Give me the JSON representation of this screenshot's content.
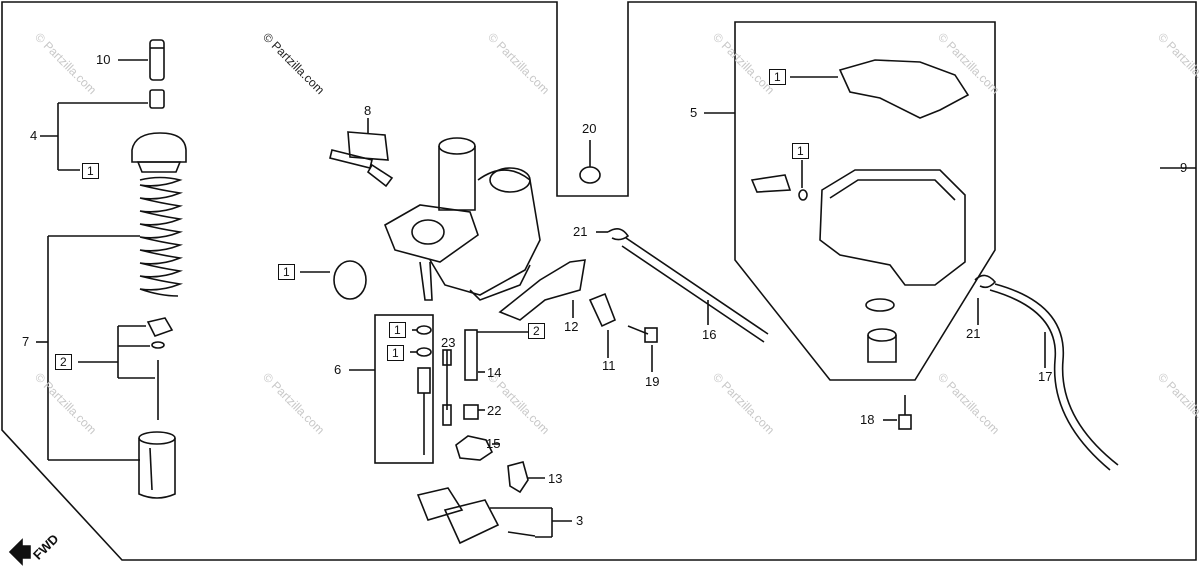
{
  "watermark": "© Partzilla.com",
  "watermark_faint": "© Partzilla.com",
  "fwd_label": "FWD",
  "callouts": {
    "c10": "10",
    "c4": "4",
    "c1_cap": "1",
    "c7": "7",
    "c2_left": "2",
    "c8": "8",
    "c1_oring": "1",
    "c6": "6",
    "c1_jet_a": "1",
    "c1_jet_b": "1",
    "c23": "23",
    "c2_mid": "2",
    "c14": "14",
    "c22": "22",
    "c15": "15",
    "c13": "13",
    "c3": "3",
    "c12": "12",
    "c11": "11",
    "c19": "19",
    "c16": "16",
    "c20": "20",
    "c21_left": "21",
    "c5": "5",
    "c1_gasket": "1",
    "c1_screw": "1",
    "c9": "9",
    "c21_right": "21",
    "c17": "17",
    "c18": "18"
  },
  "colors": {
    "ink": "#111111",
    "watermark": "#c8c8c8"
  }
}
